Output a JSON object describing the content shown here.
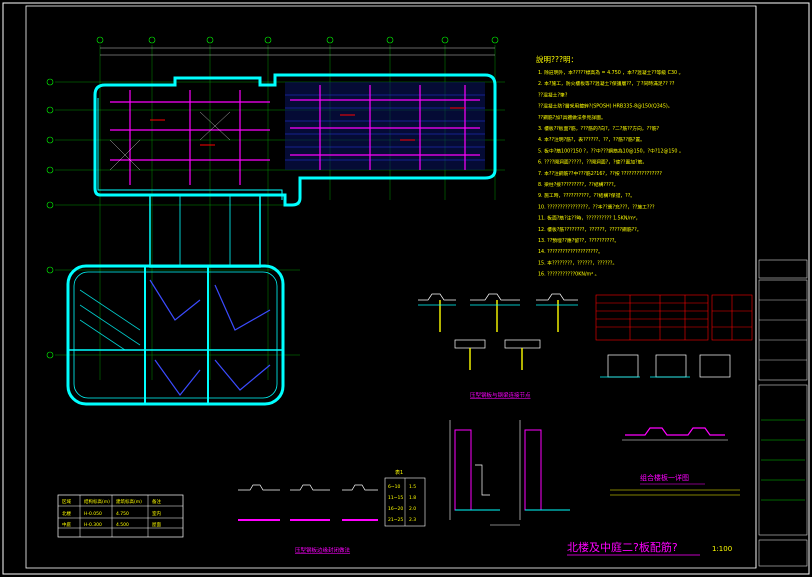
{
  "drawing": {
    "title": "北楼及中庭二?板配筋?",
    "scale": "1:100",
    "notes_heading": "說明???明：",
    "notes": [
      "1. 除註明外，本?????標高為 = 4.750 ，本??混凝土??等級 C30 。",
      "2. 本?施工，防火樓板等??混凝土?保護層??，了?同時滿足?? ??",
      "   ??混凝土?筆?",
      "   ??混凝土防?層采用鍍鋅?(SPOSH) HRB335-8@150(Q345)。",
      "   ??鋼筋?加?具體做法參見詳圖。",
      "3. 樓板??板面?筋，???筋的?向?，?二?筋??方向，??筋?",
      "4. 本??注明?筋?，表??????、??，??筋??筋?置。",
      "5. 板中?筋100?150 ?，??中???鋼筋為10@150，?中?12@150 。",
      "6. ????開洞面?????，??開洞面?，?使??置加?筋。",
      "7. 本??注鋼筋??中???筋2?16?，??按 ????????????????",
      "8. 梁柱?接?????????，??結構????。",
      "9. 施工時，??????????，??結構?保證，??。",
      "10. ????????????????，??本??應?充???，??施工???",
      "11. 板面?筋?注??時，??????????  1.5KN/m²，",
      "12. 樓板?筋????????，??????，?????鋼筋??。",
      "13. ??預埋??應?留??，??????????。",
      "14. ????????????????????。",
      "15. 本????????，??????，??????。",
      "16. ???????????0KN/m² 。"
    ],
    "details": {
      "detail_a": "压型钢板与钢梁连接节点",
      "detail_b": "压型钢板边缘封闭做法",
      "composite": "组合楼板一详图",
      "table_small_heading": "表1"
    },
    "elevation_table": {
      "headers": [
        "区域",
        "结构标高(m)",
        "建筑标高(m)",
        "备注"
      ],
      "rows": [
        [
          "北楼",
          "H-0.050",
          "4.750",
          "室内"
        ],
        [
          "中庭",
          "H-0.300",
          "4.500",
          "屋面"
        ]
      ]
    },
    "table_small": [
      [
        "6~10",
        "1.5"
      ],
      [
        "11~15",
        "1.8"
      ],
      [
        "16~20",
        "2.0"
      ],
      [
        "21~25",
        "2.3"
      ]
    ],
    "colors": {
      "background": "#000000",
      "frame": "#ffffff",
      "text": "#ffff00",
      "wall": "#00ffff",
      "rebar": "#ff00ff",
      "accent": "#ff0000",
      "plan_blue": "#2a3cff",
      "grid_green": "#00ff00"
    }
  }
}
